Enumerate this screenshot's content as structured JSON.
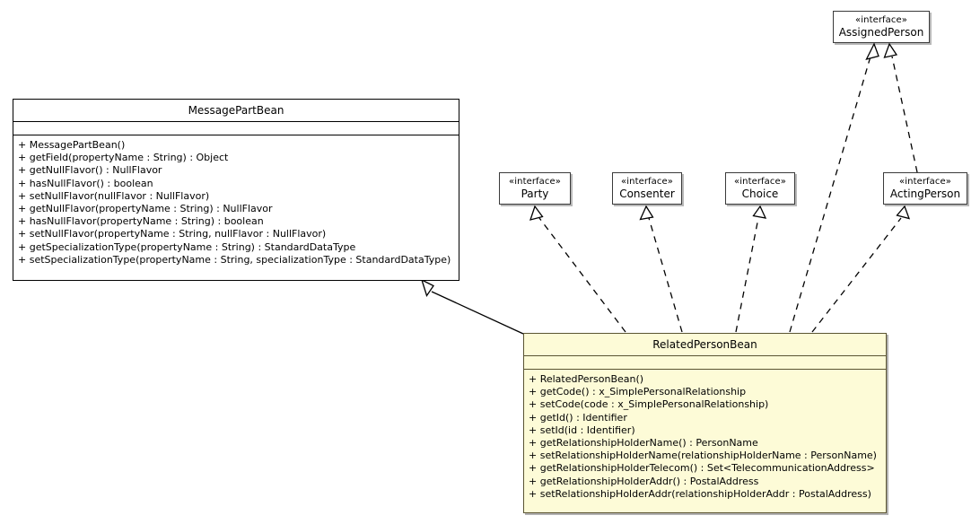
{
  "diagram": {
    "type": "uml-class-diagram",
    "title": "RelatedPersonBean class hierarchy",
    "background_color": "#ffffff",
    "highlight_fill": "#fdfbd7",
    "highlight_border": "#5a5432",
    "line_color": "#000000"
  },
  "classes": [
    {
      "id": "messagepartbean",
      "name": "MessagePartBean",
      "stereotype": "",
      "kind": "class",
      "highlighted": false,
      "attributes": [],
      "operations": [
        "+ MessagePartBean()",
        "+ getField(propertyName : String) : Object",
        "+ getNullFlavor() : NullFlavor",
        "+ hasNullFlavor() : boolean",
        "+ setNullFlavor(nullFlavor : NullFlavor)",
        "+ getNullFlavor(propertyName : String) : NullFlavor",
        "+ hasNullFlavor(propertyName : String) : boolean",
        "+ setNullFlavor(propertyName : String, nullFlavor : NullFlavor)",
        "+ getSpecializationType(propertyName : String) : StandardDataType",
        "+ setSpecializationType(propertyName : String, specializationType : StandardDataType)"
      ]
    },
    {
      "id": "relatedpersonbean",
      "name": "RelatedPersonBean",
      "stereotype": "",
      "kind": "class",
      "highlighted": true,
      "attributes": [],
      "operations": [
        "+ RelatedPersonBean()",
        "+ getCode() : x_SimplePersonalRelationship",
        "+ setCode(code : x_SimplePersonalRelationship)",
        "+ getId() : Identifier",
        "+ setId(id : Identifier)",
        "+ getRelationshipHolderName() : PersonName",
        "+ setRelationshipHolderName(relationshipHolderName : PersonName)",
        "+ getRelationshipHolderTelecom() : Set<TelecommunicationAddress>",
        "+ getRelationshipHolderAddr() : PostalAddress",
        "+ setRelationshipHolderAddr(relationshipHolderAddr : PostalAddress)"
      ]
    }
  ],
  "interfaces": [
    {
      "id": "assignedperson",
      "stereotype": "«interface»",
      "name": "AssignedPerson"
    },
    {
      "id": "party",
      "stereotype": "«interface»",
      "name": "Party"
    },
    {
      "id": "consenter",
      "stereotype": "«interface»",
      "name": "Consenter"
    },
    {
      "id": "choice",
      "stereotype": "«interface»",
      "name": "Choice"
    },
    {
      "id": "actingperson",
      "stereotype": "«interface»",
      "name": "ActingPerson"
    }
  ],
  "relationships": [
    {
      "from": "relatedpersonbean",
      "to": "messagepartbean",
      "type": "generalization",
      "style": "solid",
      "arrow": "hollow-triangle"
    },
    {
      "from": "relatedpersonbean",
      "to": "party",
      "type": "realization",
      "style": "dashed",
      "arrow": "hollow-triangle"
    },
    {
      "from": "relatedpersonbean",
      "to": "consenter",
      "type": "realization",
      "style": "dashed",
      "arrow": "hollow-triangle"
    },
    {
      "from": "relatedpersonbean",
      "to": "choice",
      "type": "realization",
      "style": "dashed",
      "arrow": "hollow-triangle"
    },
    {
      "from": "relatedpersonbean",
      "to": "assignedperson",
      "type": "realization",
      "style": "dashed",
      "arrow": "hollow-triangle"
    },
    {
      "from": "relatedpersonbean",
      "to": "actingperson",
      "type": "realization",
      "style": "dashed",
      "arrow": "hollow-triangle"
    },
    {
      "from": "actingperson",
      "to": "assignedperson",
      "type": "realization",
      "style": "dashed",
      "arrow": "hollow-triangle"
    }
  ]
}
